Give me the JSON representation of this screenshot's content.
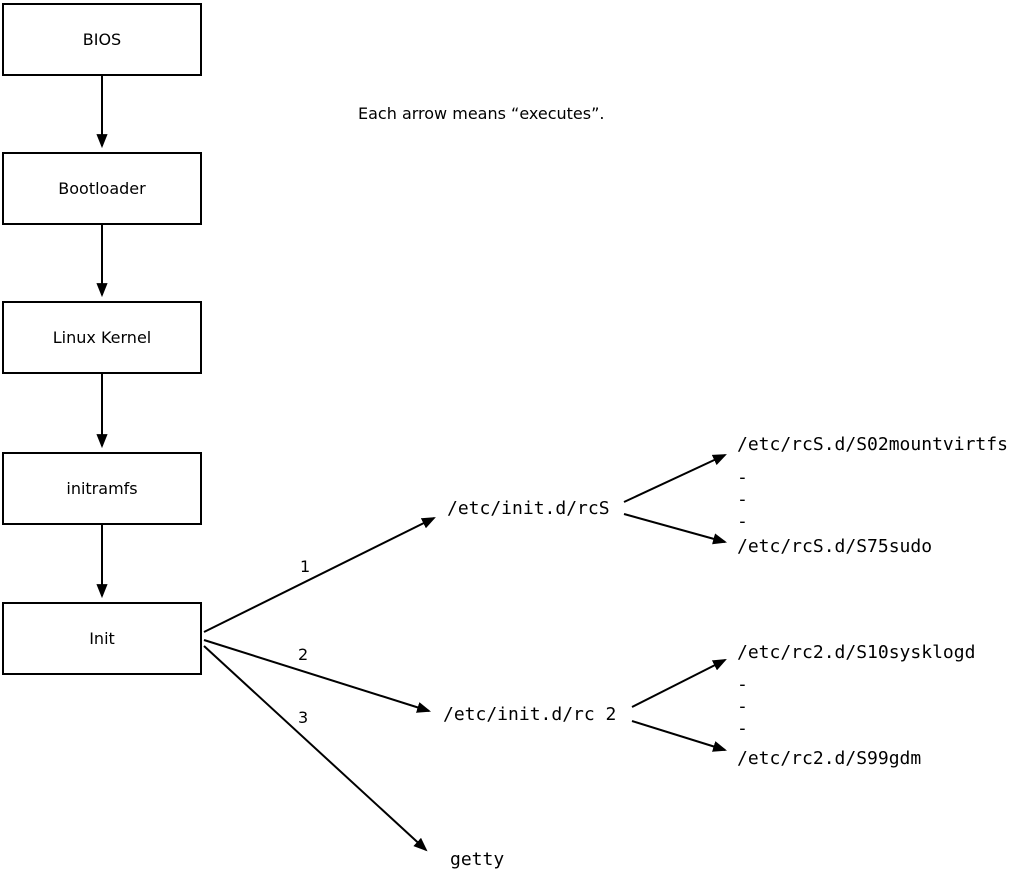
{
  "note": "Each arrow means “executes”.",
  "boxes": {
    "bios": "BIOS",
    "bootloader": "Bootloader",
    "kernel": "Linux Kernel",
    "initramfs": "initramfs",
    "init": "Init"
  },
  "branch_labels": {
    "one": "1",
    "two": "2",
    "three": "3"
  },
  "targets": {
    "rcS": "/etc/init.d/rcS",
    "rc2": "/etc/init.d/rc 2",
    "getty": "getty"
  },
  "rcS_scripts": {
    "first": "/etc/rcS.d/S02mountvirtfs",
    "dots": "-\n-\n-",
    "last": "/etc/rcS.d/S75sudo"
  },
  "rc2_scripts": {
    "first": "/etc/rc2.d/S10sysklogd",
    "dots": "-\n-\n-",
    "last": "/etc/rc2.d/S99gdm"
  },
  "colors": {
    "line": "#000000",
    "background": "#ffffff"
  }
}
